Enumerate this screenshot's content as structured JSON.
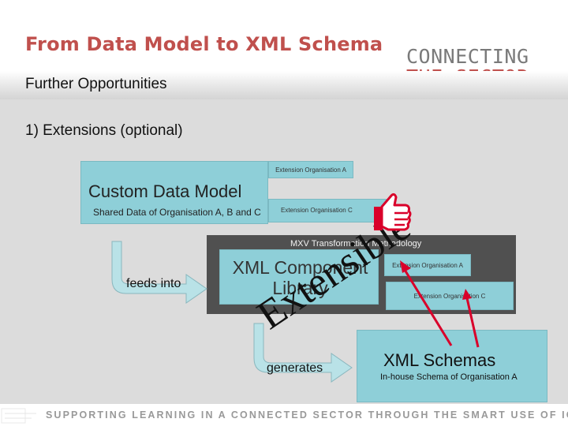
{
  "slide": {
    "title": "From Data Model to XML Schema",
    "subtitle": "Further Opportunities",
    "section": "1) Extensions (optional)"
  },
  "logo": {
    "line1": "CONNECTING",
    "line2": "THE SECTOR"
  },
  "custom_model": {
    "title": "Custom Data Model",
    "subtitle": "Shared Data of Organisation A, B and C",
    "ext_a": "Extension Organisation A",
    "ext_c": "Extension Organisation C"
  },
  "mxv": {
    "label": "MXV Transformation Methodology",
    "library": "XML Component Library",
    "ext_a": "Extension Organisation A",
    "ext_c": "Extension Organisation C"
  },
  "arrows": {
    "feeds": "feeds into",
    "generates": "generates"
  },
  "schemas": {
    "title": "XML Schemas",
    "subtitle": "In-house Schema of Organisation A"
  },
  "overlay": {
    "word": "Extensible",
    "icon": "thumbs-up-icon"
  },
  "footer": {
    "text": "SUPPORTING LEARNING IN A CONNECTED SECTOR THROUGH THE SMART USE OF ICT"
  },
  "colors": {
    "title": "#c0504d",
    "box": "#8ecfd8",
    "dark": "#505050",
    "accent": "#d9002a"
  }
}
